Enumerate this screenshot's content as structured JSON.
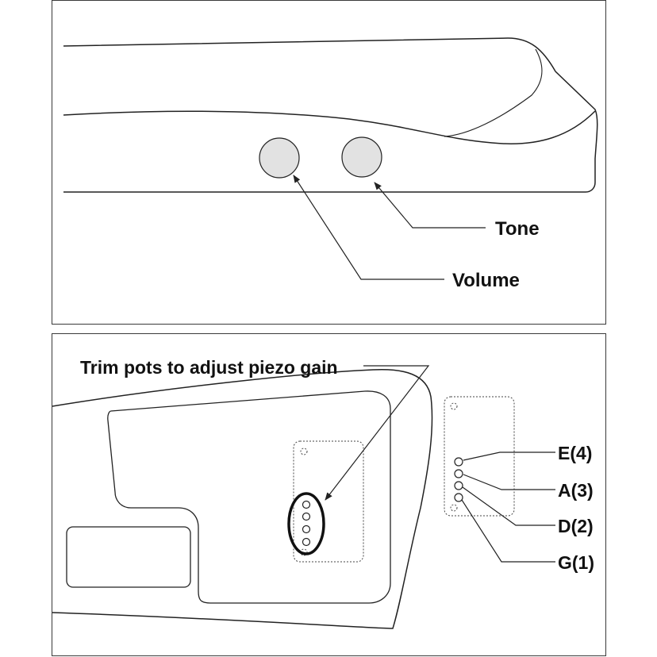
{
  "labels": {
    "tone": "Tone",
    "volume": "Volume",
    "trim_pots": "Trim pots to adjust piezo gain",
    "string_e": "E(4)",
    "string_a": "A(3)",
    "string_d": "D(2)",
    "string_g": "G(1)"
  },
  "colors": {
    "knob_fill": "#e2e2e2",
    "line": "#222222",
    "background": "#ffffff"
  }
}
